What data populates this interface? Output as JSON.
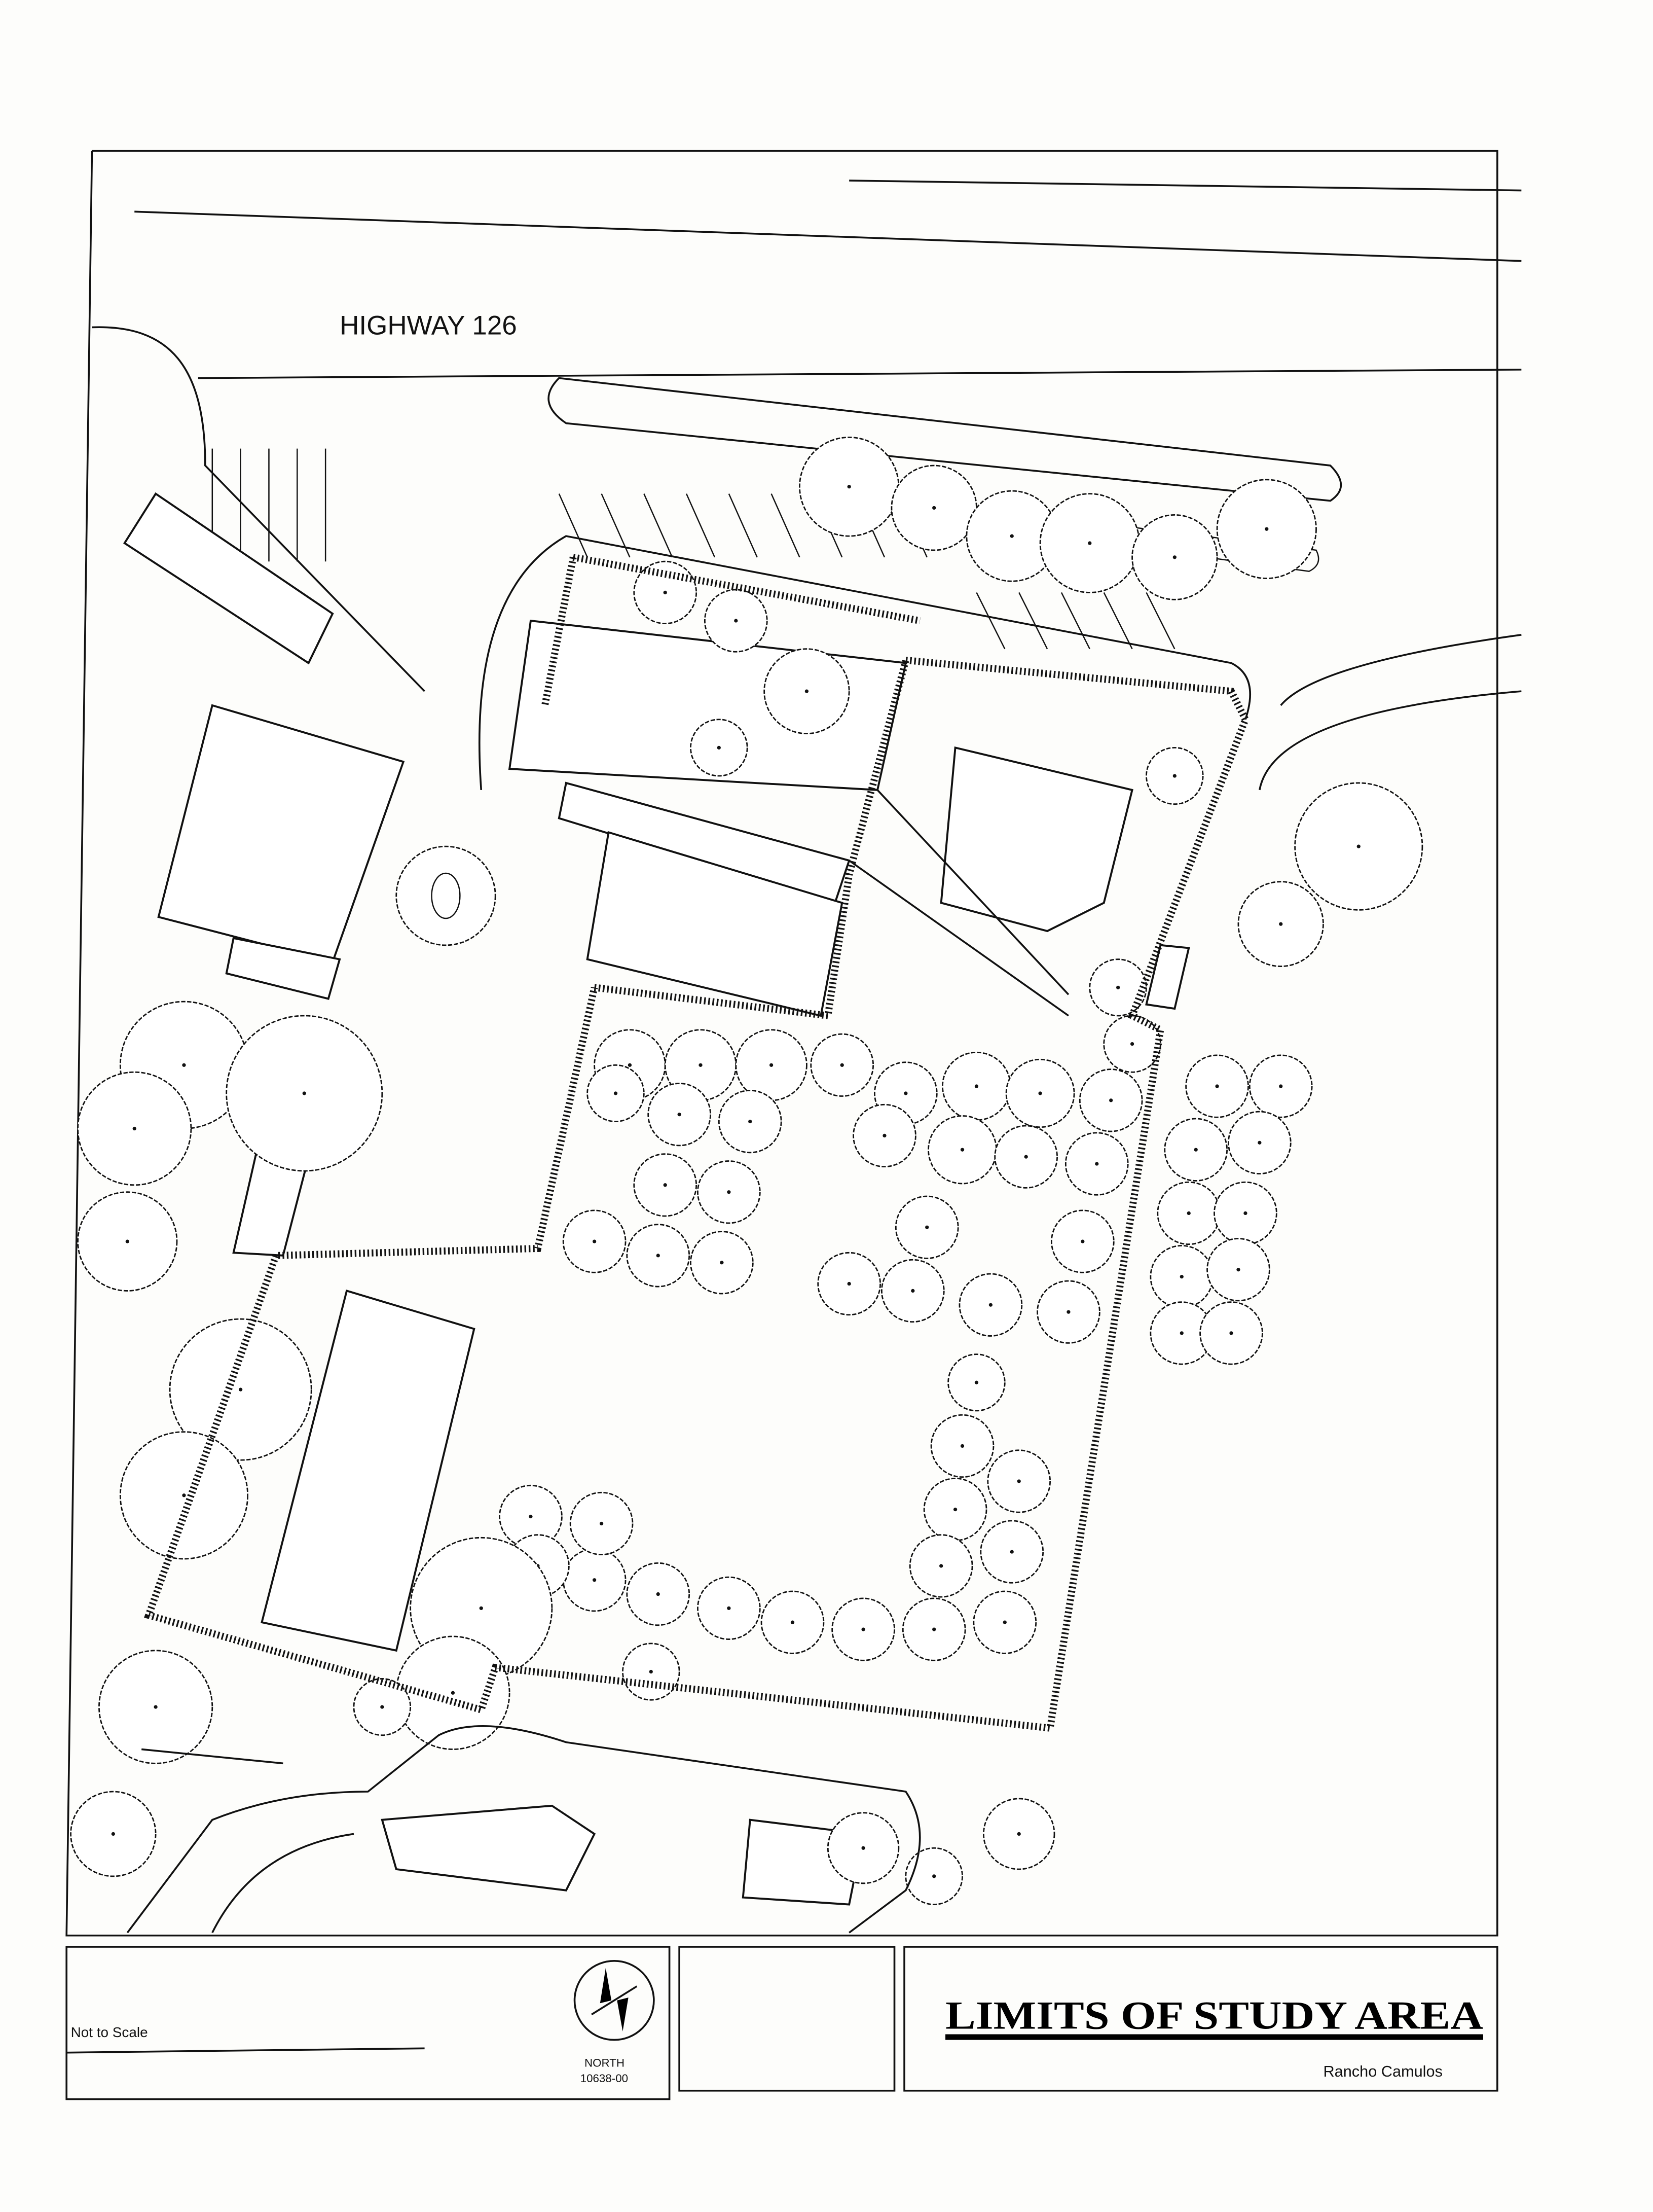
{
  "map": {
    "road_label": "HIGHWAY 126"
  },
  "title_block": {
    "scale_note": "Not to Scale",
    "north_label": "NORTH",
    "project_number": "10638-00",
    "title": "LIMITS OF STUDY AREA",
    "subtitle": "Rancho Camulos"
  }
}
